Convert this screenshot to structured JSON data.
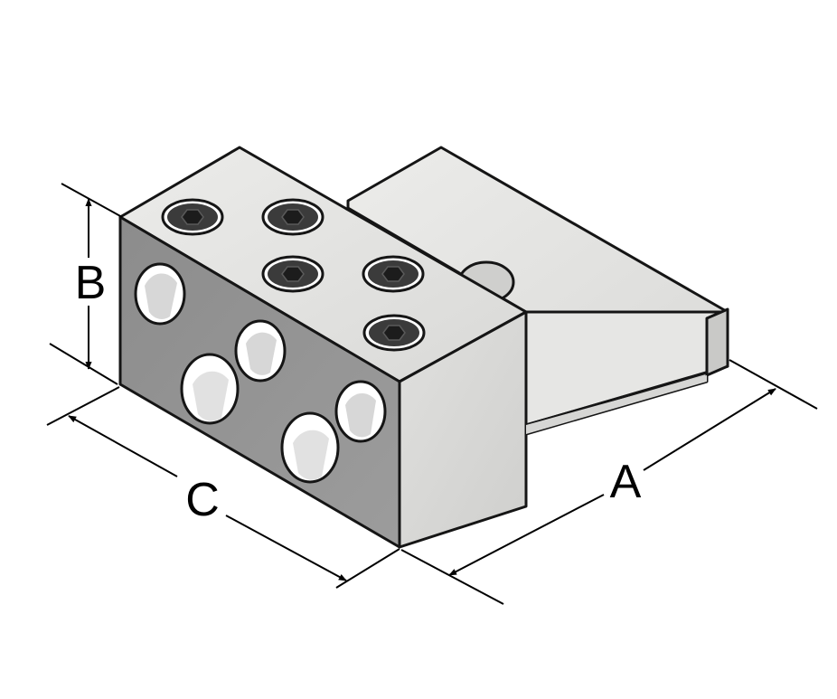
{
  "dimensions": {
    "a_label": "A",
    "b_label": "B",
    "c_label": "C"
  },
  "colors": {
    "face_top": "#e4e4e2",
    "face_right": "#d8d8d6",
    "face_front": "#8f8f8f",
    "outline": "#151515",
    "screw": "#3b3b3b",
    "hole_inner": "#ffffff",
    "dimension_line": "#000000"
  },
  "icons": {
    "screw": "hex-socket-screw-icon",
    "hole": "through-hole"
  }
}
